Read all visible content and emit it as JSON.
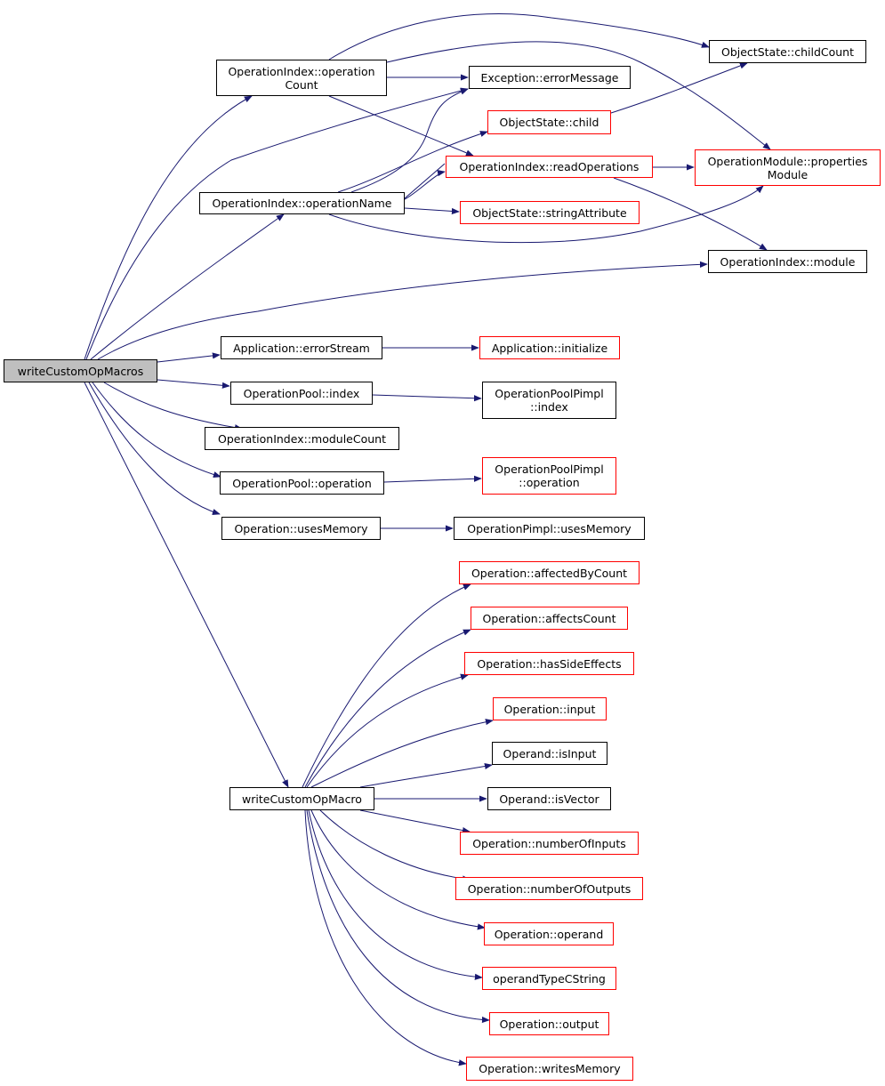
{
  "colors": {
    "edge": "#191970",
    "node_border": "#000000",
    "incomplete_border": "#ff0000",
    "root_fill": "#bfbfbf"
  },
  "nodes": {
    "root": "writeCustomOpMacros",
    "op_index_count": "OperationIndex::operation\nCount",
    "op_index_name": "OperationIndex::operationName",
    "app_error_stream": "Application::errorStream",
    "op_pool_index": "OperationPool::index",
    "op_index_module_count": "OperationIndex::moduleCount",
    "op_pool_operation": "OperationPool::operation",
    "op_uses_memory": "Operation::usesMemory",
    "write_custom_op_macro": "writeCustomOpMacro",
    "exc_error_message": "Exception::errorMessage",
    "obj_child": "ObjectState::child",
    "op_index_read_ops": "OperationIndex::readOperations",
    "obj_string_attr": "ObjectState::stringAttribute",
    "obj_child_count": "ObjectState::childCount",
    "op_module_props": "OperationModule::properties\nModule",
    "op_index_module": "OperationIndex::module",
    "app_initialize": "Application::initialize",
    "pool_pimpl_index": "OperationPoolPimpl\n::index",
    "pool_pimpl_operation": "OperationPoolPimpl\n::operation",
    "pimpl_uses_memory": "OperationPimpl::usesMemory",
    "op_affected_by_count": "Operation::affectedByCount",
    "op_affects_count": "Operation::affectsCount",
    "op_has_side_effects": "Operation::hasSideEffects",
    "op_input": "Operation::input",
    "operand_is_input": "Operand::isInput",
    "operand_is_vector": "Operand::isVector",
    "op_number_of_inputs": "Operation::numberOfInputs",
    "op_number_of_outputs": "Operation::numberOfOutputs",
    "op_operand": "Operation::operand",
    "operand_type_cstring": "operandTypeCString",
    "op_output": "Operation::output",
    "op_writes_memory": "Operation::writesMemory"
  }
}
